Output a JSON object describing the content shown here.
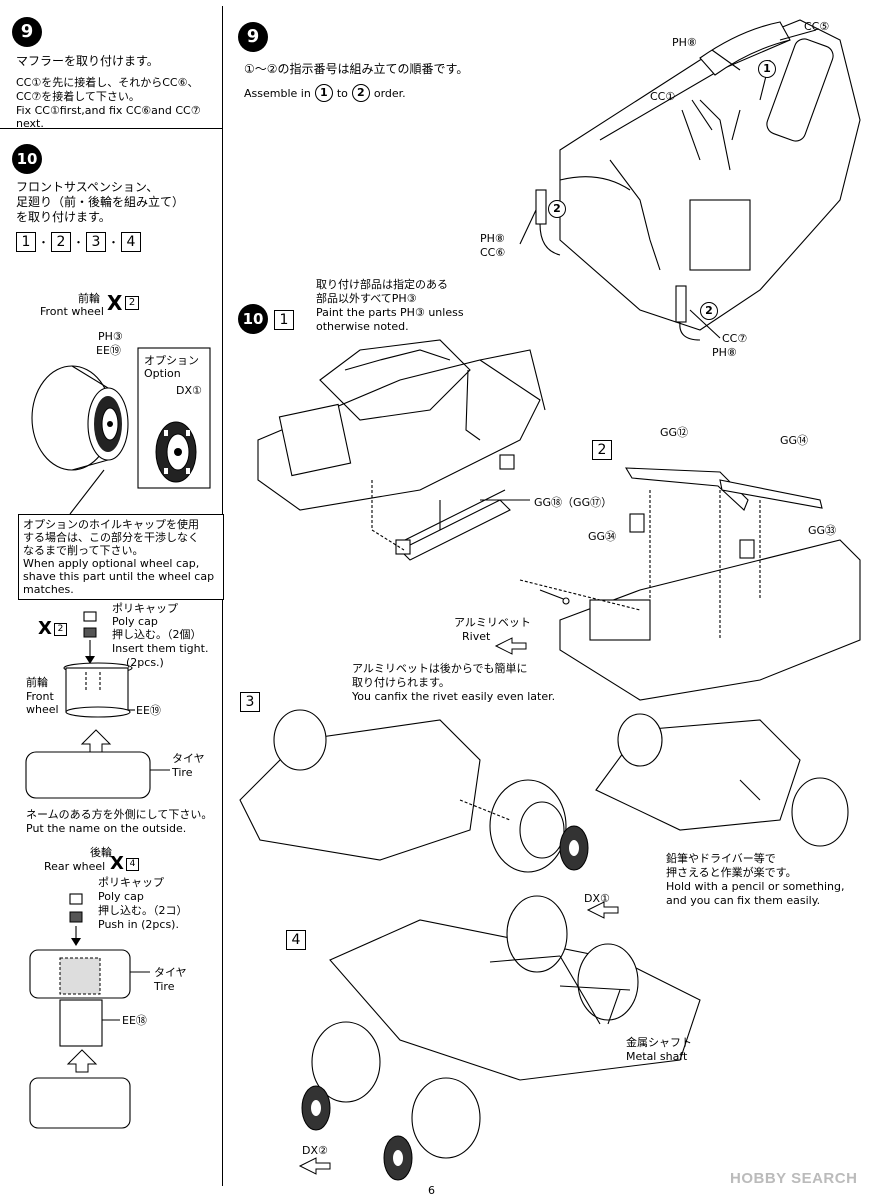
{
  "left_column": {
    "step9": {
      "number": "9",
      "title_jp": "マフラーを取り付けます。",
      "line1_jp": "CC①を先に接着し、それからCC⑥、",
      "line2_jp": "CC⑦を接着して下さい。",
      "line3_en": "Fix CC①first,and fix CC⑥and CC⑦",
      "line4_en": "next."
    },
    "step10": {
      "number": "10",
      "title_jp_1": "フロントサスペンション、",
      "title_jp_2": "足廻り（前・後輪を組み立て）",
      "title_jp_3": "を取り付けます。",
      "substeps": [
        "1",
        "2",
        "3",
        "4"
      ],
      "substep_sep": "・"
    },
    "front_wheel": {
      "label_jp": "前輪",
      "label_en": "Front wheel",
      "qty": "X",
      "qty_mark": "2",
      "paint": "PH③",
      "part": "EE⑲",
      "option_jp": "オプション",
      "option_en": "Option",
      "option_part": "DX①"
    },
    "wheelcap_note": {
      "jp1": "オプションのホイルキャップを使用",
      "jp2": "する場合は、この部分を干渉しなく",
      "jp3": "なるまで削って下さい。",
      "en1": "When apply optional wheel cap,",
      "en2": "shave this part until the wheel cap",
      "en3": "matches."
    },
    "front_assembly": {
      "qty": "X",
      "qty_mark": "2",
      "polycap_jp": "ポリキャップ",
      "polycap_en": "Poly cap",
      "insert_jp": "押し込む。（2個）",
      "insert_en1": "Insert them tight.",
      "insert_en2": "(2pcs.)",
      "wheel_jp": "前輪",
      "wheel_en1": "Front",
      "wheel_en2": "wheel",
      "part": "EE⑲",
      "tire_jp": "タイヤ",
      "tire_en": "Tire",
      "name_jp": "ネームのある方を外側にして下さい。",
      "name_en": "Put the name on the outside."
    },
    "rear_assembly": {
      "label_jp": "後輪",
      "label_en": "Rear wheel",
      "qty": "X",
      "qty_mark": "4",
      "polycap_jp": "ポリキャップ",
      "polycap_en": "Poly cap",
      "insert_jp": "押し込む。（2コ）",
      "insert_en": "Push in (2pcs).",
      "tire_jp": "タイヤ",
      "tire_en": "Tire",
      "part": "EE⑱"
    }
  },
  "right_column": {
    "step9": {
      "number": "9",
      "order_jp": "①～②の指示番号は組み立ての順番です。",
      "order_en_pre": "Assemble in",
      "order_en_mid": "to",
      "order_en_post": "order.",
      "order_first": "1",
      "order_second": "2",
      "cc5": "CC⑤",
      "ph8_top": "PH⑧",
      "mark1": "1",
      "cc1": "CC①",
      "ph8_left": "PH⑧",
      "cc6": "CC⑥",
      "mark2_left": "2",
      "mark2_right": "2",
      "cc7": "CC⑦",
      "ph8_right": "PH⑧"
    },
    "step10_1": {
      "number": "10",
      "substep": "1",
      "paint_jp1": "取り付け部品は指定のある",
      "paint_jp2": "部品以外すべてPH③",
      "paint_en1": "Paint the parts PH③ unless",
      "paint_en2": "otherwise noted.",
      "gg18": "GG⑱（GG⑰）"
    },
    "step10_2": {
      "substep": "2",
      "gg12": "GG⑫",
      "gg14": "GG⑭",
      "gg34": "GG㉞",
      "gg33": "GG㉝",
      "rivet_jp": "アルミリベット",
      "rivet_en": "Rivet",
      "rivet_note_jp1": "アルミリベットは後からでも簡単に",
      "rivet_note_jp2": "取り付けられます。",
      "rivet_note_en": "You canfix the rivet easily even later."
    },
    "step10_3": {
      "substep": "3",
      "dx1": "DX①",
      "hold_jp1": "鉛筆やドライバー等で",
      "hold_jp2": "押さえると作業が楽です。",
      "hold_en1": "Hold with a pencil or something,",
      "hold_en2": "and you can fix them easily."
    },
    "step10_4": {
      "substep": "4",
      "shaft_jp": "金属シャフト",
      "shaft_en": "Metal shaft",
      "dx2": "DX②"
    }
  },
  "footer": {
    "page_number": "6",
    "watermark": "HOBBY SEARCH"
  }
}
